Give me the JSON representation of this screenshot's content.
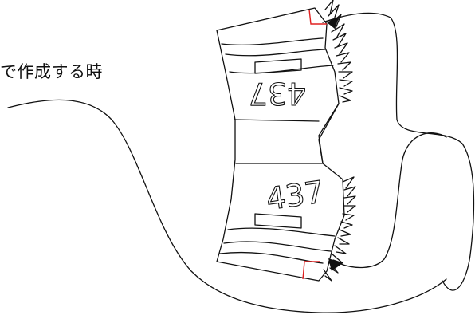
{
  "caption": "で作成する時",
  "part_number_upper": "437",
  "part_number_lower": "437",
  "colors": {
    "line": "#111111",
    "marker": "#e02020",
    "background": "#ffffff"
  }
}
